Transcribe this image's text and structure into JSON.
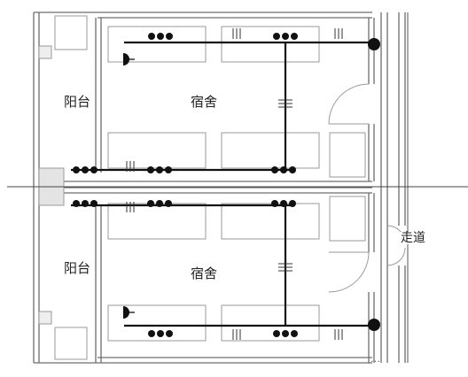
{
  "labels": {
    "balcony_upper": "阳台",
    "dorm_upper": "宿舍",
    "balcony_lower": "阳台",
    "dorm_lower": "宿舍",
    "corridor": "走道",
    "watermark": "…"
  },
  "colors": {
    "wall": "#6d6d6d",
    "thin": "#9a9a9a",
    "wire": "#111111",
    "background": "#ffffff"
  },
  "legend_icons": [
    "light-fixture-icon",
    "wall-switch-icon",
    "socket-icon",
    "junction-dot-icon"
  ]
}
